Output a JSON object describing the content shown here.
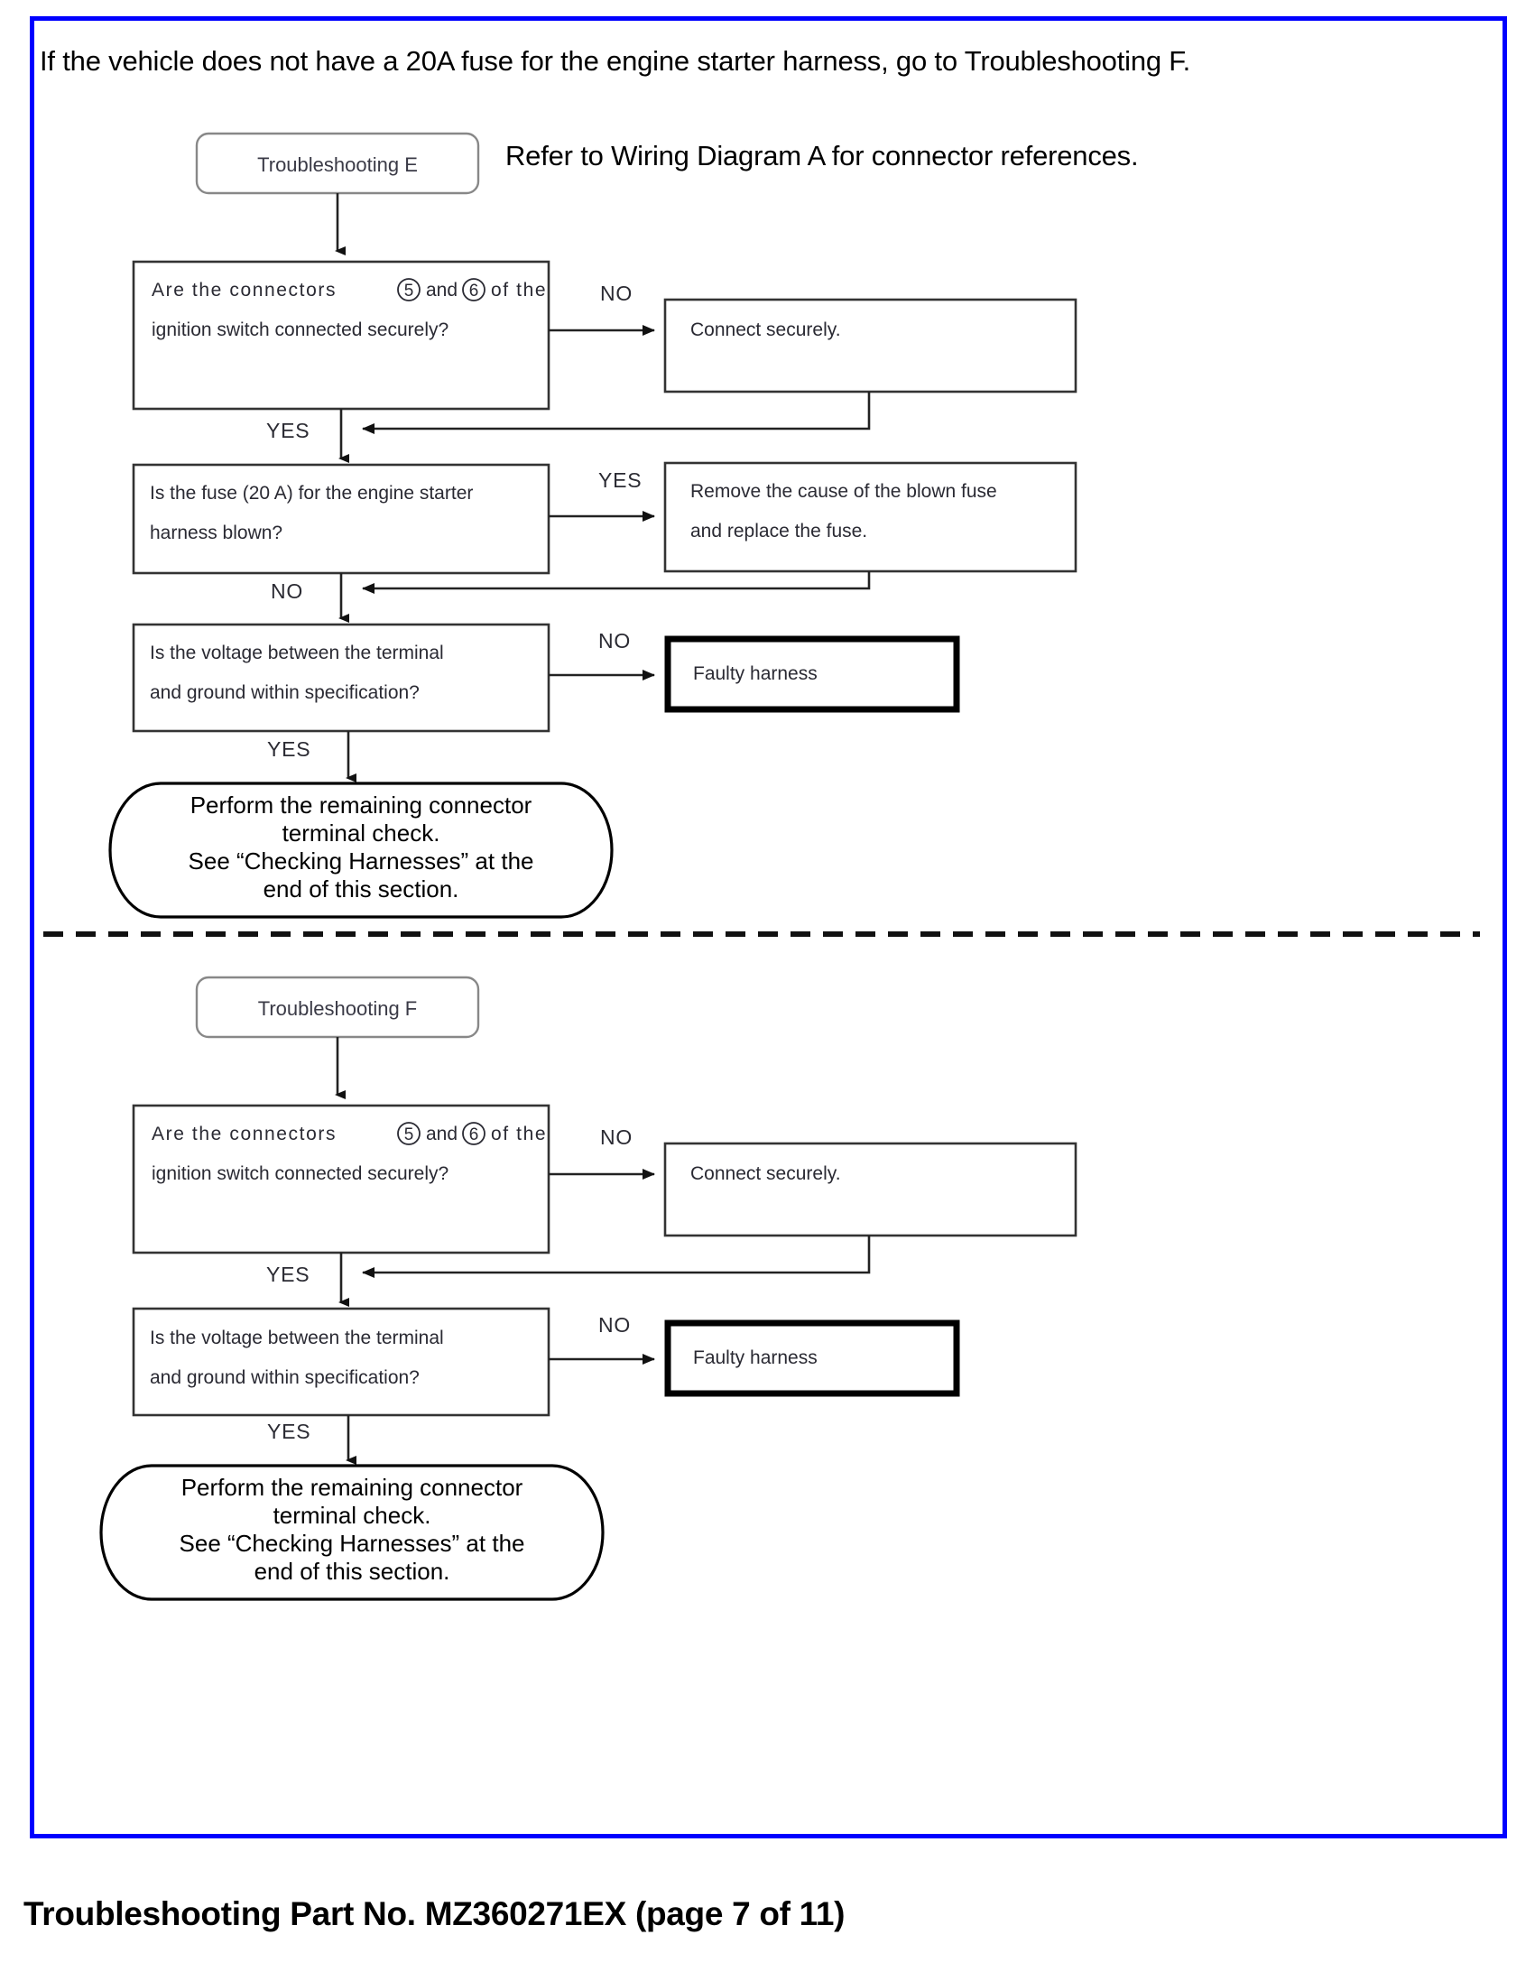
{
  "document": {
    "intro_note": "If the vehicle does not have a 20A fuse for the engine starter harness, go to Troubleshooting F.",
    "refer_note": "Refer to Wiring Diagram A for connector references.",
    "footer_caption": "Troubleshooting Part No. MZ360271EX (page 7 of 11)",
    "border_color": "#0000ff"
  },
  "labels": {
    "yes": "YES",
    "no": "NO"
  },
  "flow_e": {
    "start": "Troubleshooting E",
    "q1_line1_a": "Are  the  connectors",
    "q1_line1_b": "and",
    "q1_line1_c": "of  the",
    "q1_line2": "ignition switch connected securely?",
    "q1_connector_a": "5",
    "q1_connector_b": "6",
    "q1_no_action": "Connect securely.",
    "q2_line1": "Is the fuse (20 A) for the engine starter",
    "q2_line2": "harness blown?",
    "q2_yes_action_line1": "Remove the cause of the blown fuse",
    "q2_yes_action_line2": "and replace the fuse.",
    "q3_line1": "Is the voltage between the terminal",
    "q3_line2": "and ground within specification?",
    "q3_no_action": "Faulty harness",
    "end_line1": "Perform the remaining connector",
    "end_line2": "terminal check.",
    "end_line3": "See “Checking Harnesses” at the",
    "end_line4": "end of this section."
  },
  "flow_f": {
    "start": "Troubleshooting F",
    "q1_line1_a": "Are  the  connectors",
    "q1_line1_b": "and",
    "q1_line1_c": "of  the",
    "q1_line2": "ignition switch connected securely?",
    "q1_connector_a": "5",
    "q1_connector_b": "6",
    "q1_no_action": "Connect securely.",
    "q2_line1": "Is  the  voltage  between  the  terminal",
    "q2_line2": "and ground within specification?",
    "q2_no_action": "Faulty harness",
    "end_line1": "Perform the remaining connector",
    "end_line2": "terminal check.",
    "end_line3": "See “Checking Harnesses” at the",
    "end_line4": "end of this section."
  }
}
